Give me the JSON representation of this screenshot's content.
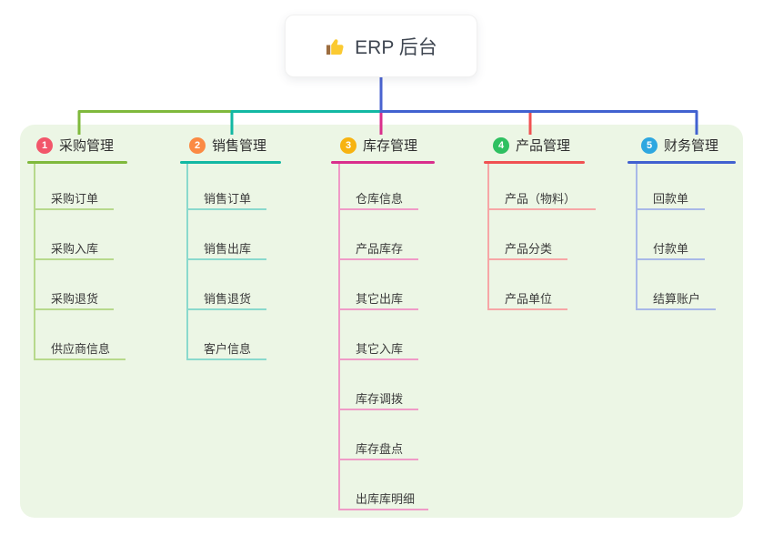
{
  "root": {
    "title": "ERP 后台",
    "icon": "thumbs-up-icon"
  },
  "branches": [
    {
      "number": "1",
      "label": "采购管理",
      "color": "#7fb93c",
      "color_light": "#b7d98c",
      "badge_color": "#f2566a",
      "children": [
        "采购订单",
        "采购入库",
        "采购退货",
        "供应商信息"
      ]
    },
    {
      "number": "2",
      "label": "销售管理",
      "color": "#12b8a3",
      "color_light": "#8ad9cd",
      "badge_color": "#fb8a43",
      "children": [
        "销售订单",
        "销售出库",
        "销售退货",
        "客户信息"
      ]
    },
    {
      "number": "3",
      "label": "库存管理",
      "color": "#d92e8c",
      "color_light": "#f09ac7",
      "badge_color": "#f7b311",
      "children": [
        "仓库信息",
        "产品库存",
        "其它出库",
        "其它入库",
        "库存调拨",
        "库存盘点",
        "出库库明细"
      ]
    },
    {
      "number": "4",
      "label": "产品管理",
      "color": "#f05152",
      "color_light": "#f7a6a6",
      "badge_color": "#2fc061",
      "children": [
        "产品（物料）",
        "产品分类",
        "产品单位"
      ]
    },
    {
      "number": "5",
      "label": "财务管理",
      "color": "#4161d0",
      "color_light": "#a8b8e8",
      "badge_color": "#2ea7e0",
      "children": [
        "回款单",
        "付款单",
        "结算账户"
      ]
    }
  ],
  "colors": {
    "canvas_bg": "#ffffff",
    "panel_bg": "#ecf6e5",
    "root_line": "#4a63d0",
    "text": "#333333"
  }
}
